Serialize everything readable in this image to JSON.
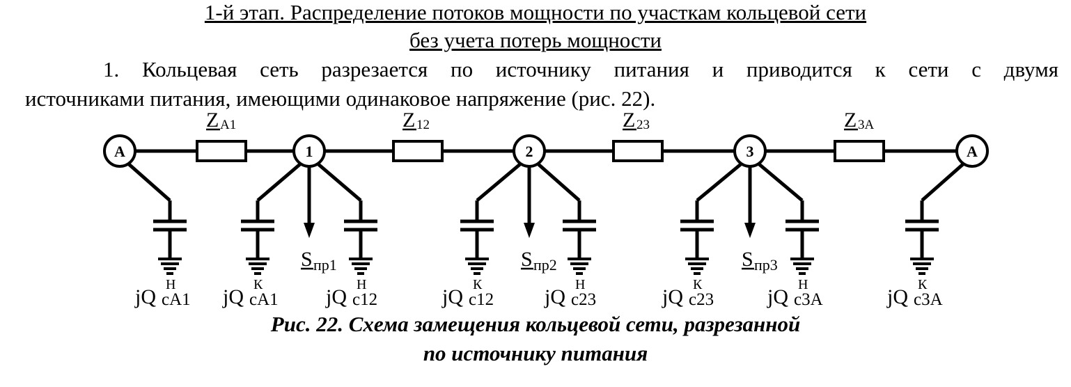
{
  "heading": {
    "line1": "1-й этап. Распределение потоков мощности по участкам кольцевой сети",
    "line2": "без учета потерь мощности"
  },
  "paragraph": {
    "line1": "1. Кольцевая сеть разрезается по источнику питания и приводится к сети с двумя",
    "line2": "источниками питания, имеющими одинаковое напряжение (рис. 22)."
  },
  "diagram": {
    "nodes": [
      "A",
      "1",
      "2",
      "3",
      "A"
    ],
    "impedances": [
      {
        "main": "Z",
        "sub": "A1"
      },
      {
        "main": "Z",
        "sub": "12"
      },
      {
        "main": "Z",
        "sub": "23"
      },
      {
        "main": "Z",
        "sub": "3A"
      }
    ],
    "loads": [
      {
        "main": "S",
        "sub": "пр1"
      },
      {
        "main": "S",
        "sub": "пр2"
      },
      {
        "main": "S",
        "sub": "пр3"
      }
    ],
    "capacitors": [
      {
        "prefix": "jQ",
        "sub": "cA1",
        "sup": "Н"
      },
      {
        "prefix": "jQ",
        "sub": "cA1",
        "sup": "К"
      },
      {
        "prefix": "jQ",
        "sub": "c12",
        "sup": "Н"
      },
      {
        "prefix": "jQ",
        "sub": "c12",
        "sup": "К"
      },
      {
        "prefix": "jQ",
        "sub": "c23",
        "sup": "Н"
      },
      {
        "prefix": "jQ",
        "sub": "c23",
        "sup": "К"
      },
      {
        "prefix": "jQ",
        "sub": "c3A",
        "sup": "Н"
      },
      {
        "prefix": "jQ",
        "sub": "c3A",
        "sup": "К"
      }
    ]
  },
  "caption": {
    "line1": "Рис. 22. Схема замещения кольцевой сети, разрезанной",
    "line2": "по источнику питания"
  }
}
